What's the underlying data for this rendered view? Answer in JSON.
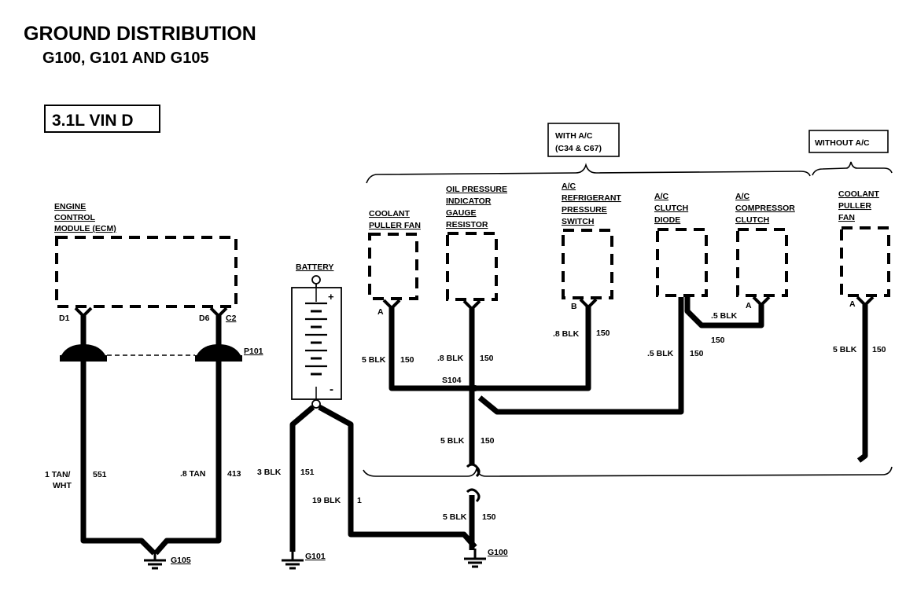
{
  "title": "GROUND DISTRIBUTION",
  "subtitle": "G100, G101 AND G105",
  "engine_box": "3.1L  VIN D",
  "groups": {
    "with_ac_1": "WITH A/C",
    "with_ac_2": "(C34 & C67)",
    "without_ac": "WITHOUT A/C"
  },
  "components": {
    "ecm": [
      "ENGINE",
      "CONTROL",
      "MODULE (ECM)"
    ],
    "battery": "BATTERY",
    "coolant_fan_1": [
      "COOLANT",
      "PULLER FAN"
    ],
    "oil_pressure": [
      "OIL PRESSURE",
      "INDICATOR",
      "GAUGE",
      "RESISTOR"
    ],
    "ac_switch": [
      "A/C",
      "REFRIGERANT",
      "PRESSURE",
      "SWITCH"
    ],
    "ac_diode": [
      "A/C",
      "CLUTCH",
      "DIODE"
    ],
    "ac_clutch": [
      "A/C",
      "COMPRESSOR",
      "CLUTCH"
    ],
    "coolant_fan_2": [
      "COOLANT",
      "PULLER",
      "FAN"
    ]
  },
  "pins": {
    "d1": "D1",
    "d6": "D6",
    "c2": "C2",
    "a1": "A",
    "b": "B",
    "a2": "A",
    "a3": "A"
  },
  "connector": "P101",
  "splice": "S104",
  "wires": {
    "w551": {
      "gauge": "1 TAN/",
      "gauge2": "WHT",
      "circuit": "551"
    },
    "w413": {
      "gauge": ".8 TAN",
      "circuit": "413"
    },
    "w151": {
      "gauge": "3 BLK",
      "circuit": "151"
    },
    "w1": {
      "gauge": "19 BLK",
      "circuit": "1"
    },
    "w_fan": {
      "gauge": "5 BLK",
      "circuit": "150"
    },
    "w_oil": {
      "gauge": ".8 BLK",
      "circuit": "150"
    },
    "w_sw": {
      "gauge": ".8 BLK",
      "circuit": "150"
    },
    "w_diode": {
      "gauge": ".5 BLK",
      "circuit": "150"
    },
    "w_clutch": {
      "gauge": ".5 BLK",
      "circuit": "150"
    },
    "w_fan2": {
      "gauge": "5 BLK",
      "circuit": "150"
    },
    "w_s104": {
      "gauge": "5 BLK",
      "circuit": "150"
    },
    "w_g100": {
      "gauge": "5 BLK",
      "circuit": "150"
    }
  },
  "grounds": {
    "g105": "G105",
    "g101": "G101",
    "g100": "G100"
  },
  "battery_terminals": {
    "pos": "+",
    "neg": "-"
  }
}
